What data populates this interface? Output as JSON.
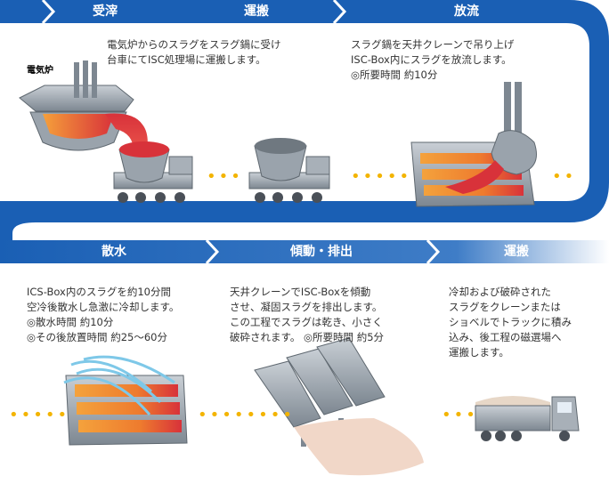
{
  "colors": {
    "band_blue": "#1a5fb4",
    "band_light": "#a9c4e6",
    "slag_red": "#d8323a",
    "slag_orange": "#f08a2a",
    "dots_yellow": "#f3b400",
    "water_blue": "#7ec8e8",
    "steel_gray": "#8c959e"
  },
  "steps": [
    {
      "label": "受滓",
      "desc": [
        "電気炉からのスラグをスラグ鍋に受け",
        "台車にてISC処理場に運搬します。"
      ]
    },
    {
      "label": "運搬",
      "desc": []
    },
    {
      "label": "放流",
      "desc": [
        "スラグ鍋を天井クレーンで吊り上げ",
        "ISC-Box内にスラグを放流します。",
        "◎所要時間  約10分"
      ]
    },
    {
      "label": "散水",
      "desc": [
        "ICS-Box内のスラグを約10分間",
        "空冷後散水し急激に冷却します。",
        "◎散水時間  約10分",
        "◎その後放置時間  約25〜60分"
      ]
    },
    {
      "label": "傾動・排出",
      "desc": [
        "天井クレーンでISC-Boxを傾動",
        "させ、凝固スラグを排出します。",
        "この工程でスラグは乾き、小さく",
        "破砕されます。 ◎所要時間  約5分"
      ]
    },
    {
      "label": "運搬",
      "desc": [
        "冷却および破砕された",
        "スラグをクレーンまたは",
        "ショベルでトラックに積み",
        "込み、後工程の磁選場へ",
        "運搬します。"
      ]
    }
  ],
  "furnace_label": "電気炉"
}
